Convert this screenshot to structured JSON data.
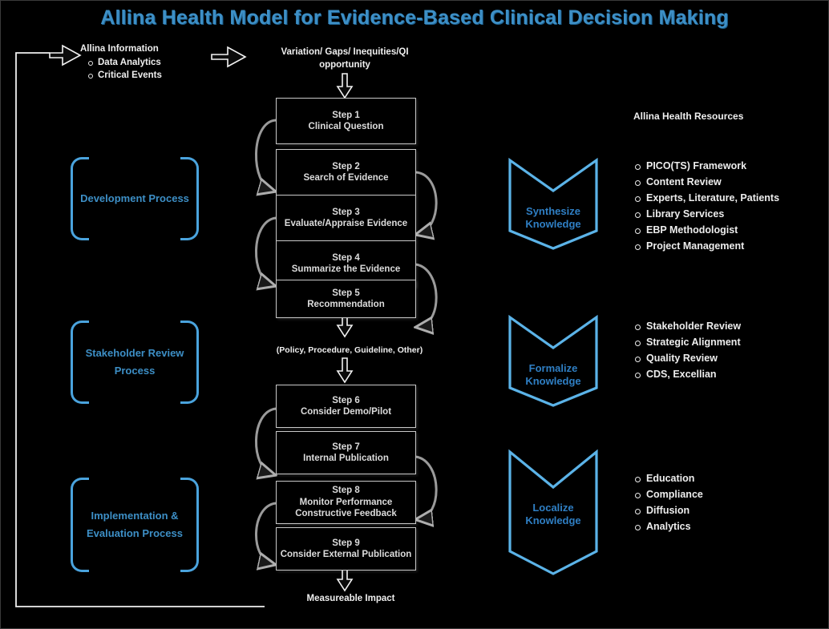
{
  "title": "Allina Health Model for Evidence-Based Clinical Decision Making",
  "colors": {
    "background": "#000000",
    "title_blue": "#3d8fc6",
    "bracket_blue": "#4aa3dd",
    "chevron_blue": "#5bb3e8",
    "chevron_text": "#2f7fc4",
    "box_border": "#c9c9c9",
    "text_white": "#efefef",
    "arrow_gray": "#a9a9a9"
  },
  "inputs": {
    "heading": "Allina Information",
    "bullets": [
      "Data Analytics",
      "Critical Events"
    ]
  },
  "trigger_label": "Variation/ Gaps/ Inequities/QI opportunity",
  "policy_label": "(Policy, Procedure, Guideline, Other)",
  "impact_label": "Measureable Impact",
  "resources_title": "Allina Health Resources",
  "steps": [
    {
      "number": "Step 1",
      "text": "Clinical Question"
    },
    {
      "number": "Step 2",
      "text": "Search of Evidence"
    },
    {
      "number": "Step 3",
      "text": "Evaluate/Appraise Evidence"
    },
    {
      "number": "Step 4",
      "text": "Summarize the Evidence"
    },
    {
      "number": "Step 5",
      "text": "Recommendation"
    },
    {
      "number": "Step 6",
      "text": "Consider Demo/Pilot"
    },
    {
      "number": "Step 7",
      "text": "Internal Publication"
    },
    {
      "number": "Step 8",
      "text": "Monitor Performance Constructive Feedback"
    },
    {
      "number": "Step 9",
      "text": "Consider External Publication"
    }
  ],
  "process_groups": [
    {
      "label": "Development Process"
    },
    {
      "label": "Stakeholder Review Process"
    },
    {
      "label": "Implementation & Evaluation Process"
    }
  ],
  "knowledge_phases": [
    {
      "label": "Synthesize Knowledge"
    },
    {
      "label": "Formalize Knowledge"
    },
    {
      "label": "Localize Knowledge"
    }
  ],
  "resource_groups": [
    {
      "items": [
        "PICO(TS) Framework",
        "Content Review",
        "Experts, Literature, Patients",
        "Library Services",
        "EBP Methodologist",
        "Project Management"
      ]
    },
    {
      "items": [
        "Stakeholder Review",
        "Strategic Alignment",
        "Quality Review",
        "CDS, Excellian"
      ]
    },
    {
      "items": [
        "Education",
        "Compliance",
        "Diffusion",
        "Analytics"
      ]
    }
  ]
}
